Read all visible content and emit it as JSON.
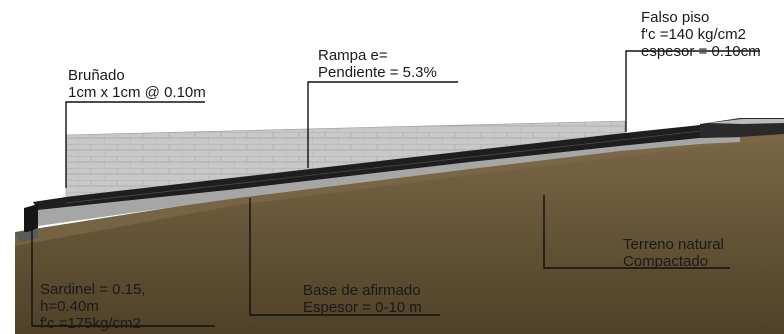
{
  "labels": {
    "brunado": {
      "line1": "Bruñado",
      "line2": "1cm x 1cm @ 0.10m"
    },
    "rampa": {
      "line1": "Rampa  e=",
      "line2": "Pendiente = 5.3%"
    },
    "falso_piso": {
      "line1": "Falso piso",
      "line2": "f'c =140 kg/cm2",
      "line3": "espesor = 0.10cm"
    },
    "terreno": {
      "line1": "Terreno natural",
      "line2": "Compactado"
    },
    "base": {
      "line1": "Base de afirmado",
      "line2": "Espesor = 0-10 m"
    },
    "sardinel": {
      "line1": "Sardinel = 0.15,",
      "line2": "h=0.40m",
      "line3": "f'c =175kg/cm2"
    }
  },
  "colors": {
    "wall": "#c4c4c4",
    "slab": "#1e1e1e",
    "base": "#a6a6a6",
    "soil": "#6e5c3e",
    "soil_dark": "#4f4128",
    "leader": "#111111"
  }
}
